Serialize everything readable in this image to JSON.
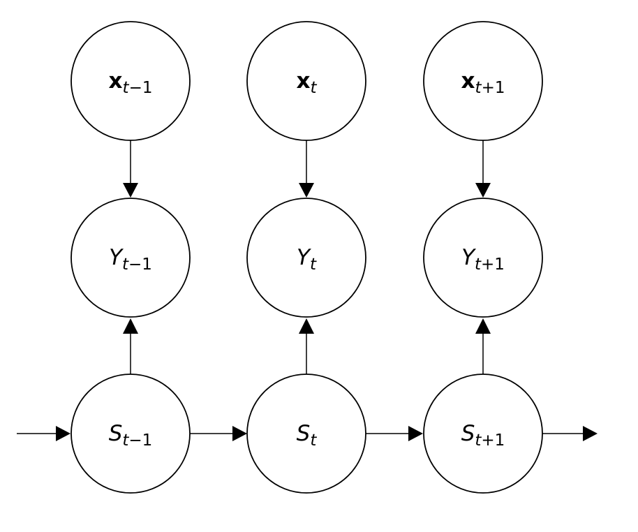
{
  "diagram": {
    "nodes": {
      "x_prev": {
        "main": "x",
        "sub_var": "t",
        "sub_rest": "−1",
        "style": "bold"
      },
      "x_curr": {
        "main": "x",
        "sub_var": "t",
        "sub_rest": "",
        "style": "bold"
      },
      "x_next": {
        "main": "x",
        "sub_var": "t",
        "sub_rest": "+1",
        "style": "bold"
      },
      "y_prev": {
        "main": "Y",
        "sub_var": "t",
        "sub_rest": "−1",
        "style": "italic"
      },
      "y_curr": {
        "main": "Y",
        "sub_var": "t",
        "sub_rest": "",
        "style": "italic"
      },
      "y_next": {
        "main": "Y",
        "sub_var": "t",
        "sub_rest": "+1",
        "style": "italic"
      },
      "s_prev": {
        "main": "S",
        "sub_var": "t",
        "sub_rest": "−1",
        "style": "italic"
      },
      "s_curr": {
        "main": "S",
        "sub_var": "t",
        "sub_rest": "",
        "style": "italic"
      },
      "s_next": {
        "main": "S",
        "sub_var": "t",
        "sub_rest": "+1",
        "style": "italic"
      }
    },
    "edges": [
      {
        "from": "x_prev",
        "to": "y_prev"
      },
      {
        "from": "x_curr",
        "to": "y_curr"
      },
      {
        "from": "x_next",
        "to": "y_next"
      },
      {
        "from": "s_prev",
        "to": "y_prev"
      },
      {
        "from": "s_curr",
        "to": "y_curr"
      },
      {
        "from": "s_next",
        "to": "y_next"
      },
      {
        "from": "in",
        "to": "s_prev"
      },
      {
        "from": "s_prev",
        "to": "s_curr"
      },
      {
        "from": "s_curr",
        "to": "s_next"
      },
      {
        "from": "s_next",
        "to": "out"
      }
    ]
  }
}
